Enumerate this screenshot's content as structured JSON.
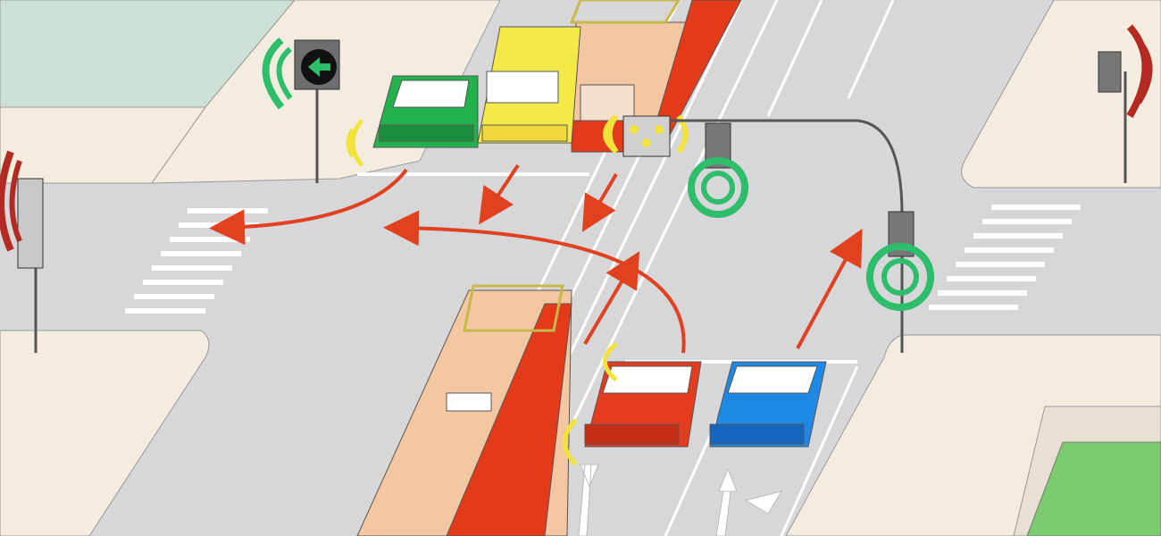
{
  "scene": {
    "kind": "traffic-intersection-illustration",
    "colors": {
      "road": "#d7d7d9",
      "curb": "#f4ecdf",
      "building_left": "#cde0d4",
      "lawn": "#7ccb6e",
      "marking": "#ffffff",
      "tram_body": "#f3c7a1",
      "tram_stripe": "#e33a1a",
      "car_green": "#22b14c",
      "car_red": "#e53b1f",
      "car_blue": "#1e88e5",
      "van_yellow": "#f5e94a",
      "arrow_red": "#e0411f",
      "signal_green": "#2ebd6b",
      "signal_red": "#b22a22",
      "signal_yellow": "#f2e33b",
      "lane_arrow": "#ffffff"
    },
    "traffic_lights": [
      {
        "id": "green-arrow-left-signal",
        "state": "green",
        "indication": "left-arrow"
      },
      {
        "id": "tram-signal",
        "state": "yellow",
        "indication": "tram-dots"
      },
      {
        "id": "vehicle-signal-near",
        "state": "green"
      },
      {
        "id": "vehicle-signal-right",
        "state": "green"
      },
      {
        "id": "vehicle-signal-far-right",
        "state": "red"
      },
      {
        "id": "vehicle-signal-left",
        "state": "red"
      }
    ],
    "vehicles": [
      {
        "id": "green-car",
        "color": "green",
        "action": "turn-left"
      },
      {
        "id": "yellow-van",
        "color": "yellow",
        "action": "straight"
      },
      {
        "id": "tram-far",
        "color": "tram",
        "action": "straight"
      },
      {
        "id": "tram-near",
        "color": "tram",
        "action": "straight"
      },
      {
        "id": "red-car",
        "color": "red",
        "action": "turn-left"
      },
      {
        "id": "blue-car",
        "color": "blue",
        "action": "straight"
      }
    ]
  }
}
